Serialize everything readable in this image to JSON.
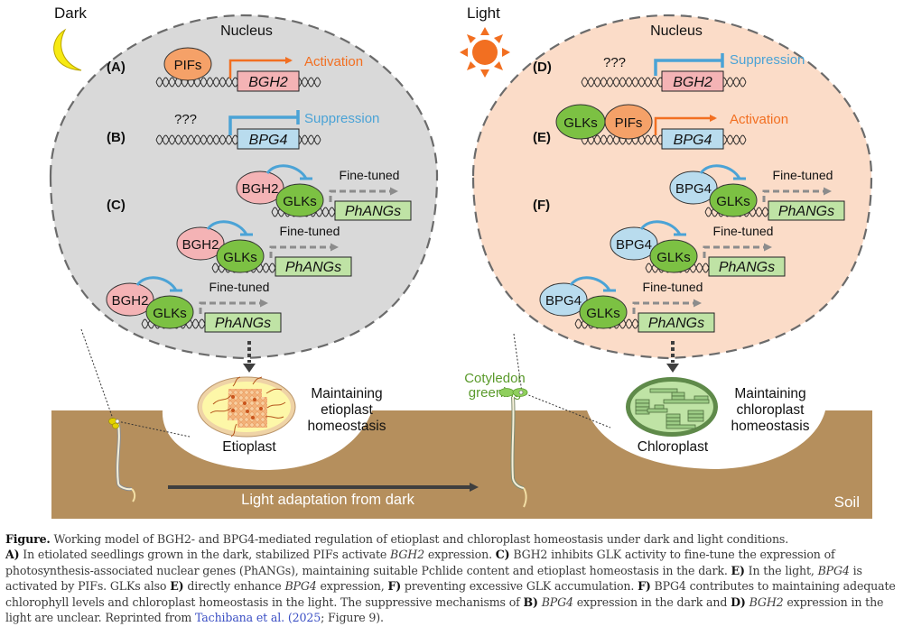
{
  "figure": {
    "dark_panel": {
      "condition_label": "Dark",
      "condition_icon": "moon-icon",
      "compartment_label": "Nucleus",
      "panel_A": {
        "tag": "(A)",
        "regulator": "PIFs",
        "gene": "BGH2",
        "effect": "Activation"
      },
      "panel_B": {
        "tag": "(B)",
        "regulator": "???",
        "gene": "BPG4",
        "effect": "Suppression"
      },
      "panel_C": {
        "tag": "(C)",
        "rows": [
          {
            "inhibitor": "BGH2",
            "target": "GLKs",
            "label": "Fine-tuned",
            "gene": "PhANGs"
          },
          {
            "inhibitor": "BGH2",
            "target": "GLKs",
            "label": "Fine-tuned",
            "gene": "PhANGs"
          },
          {
            "inhibitor": "BGH2",
            "target": "GLKs",
            "label": "Fine-tuned",
            "gene": "PhANGs"
          }
        ]
      },
      "organelle": "Etioplast",
      "outcome": [
        "Maintaining",
        "etioplast",
        "homeostasis"
      ]
    },
    "light_panel": {
      "condition_label": "Light",
      "condition_icon": "sun-icon",
      "compartment_label": "Nucleus",
      "panel_D": {
        "tag": "(D)",
        "regulator": "???",
        "gene": "BGH2",
        "effect": "Suppression"
      },
      "panel_E": {
        "tag": "(E)",
        "regulators": [
          "GLKs",
          "PIFs"
        ],
        "gene": "BPG4",
        "effect": "Activation"
      },
      "panel_F": {
        "tag": "(F)",
        "rows": [
          {
            "inhibitor": "BPG4",
            "target": "GLKs",
            "label": "Fine-tuned",
            "gene": "PhANGs"
          },
          {
            "inhibitor": "BPG4",
            "target": "GLKs",
            "label": "Fine-tuned",
            "gene": "PhANGs"
          },
          {
            "inhibitor": "BPG4",
            "target": "GLKs",
            "label": "Fine-tuned",
            "gene": "PhANGs"
          }
        ]
      },
      "organelle": "Chloroplast",
      "outcome": [
        "Maintaining",
        "chloroplast",
        "homeostasis"
      ]
    },
    "cotyledon_label": [
      "Cotyledon",
      "greening"
    ],
    "transition_label": "Light adaptation from dark",
    "soil_label": "Soil",
    "colors": {
      "dark_nucleus": "#d9d9d9",
      "light_nucleus": "#fbdcc8",
      "soil": "#b58f5d",
      "activation": "#f26f21",
      "suppression": "#4ba3d6",
      "pifs": "#f5a168",
      "glks": "#7cc143",
      "bgh2": "#f4b3b5",
      "bpg4": "#b9dcee",
      "phangs": "#bfe3a5",
      "cotyledon_text": "#5a9a2b"
    }
  },
  "caption": {
    "title": "Figure.",
    "title_text": " Working model of BGH2- and BPG4-mediated regulation of etioplast and chloroplast homeostasis under dark and light conditions.",
    "segments": [
      {
        "t": "A)",
        "s": "b"
      },
      {
        "t": " In etiolated seedlings grown in the dark, stabilized PIFs activate ",
        "s": ""
      },
      {
        "t": "BGH2",
        "s": "i"
      },
      {
        "t": " expression. ",
        "s": ""
      },
      {
        "t": "C)",
        "s": "b"
      },
      {
        "t": " BGH2 inhibits GLK activity to fine-tune the expression of photosynthesis-associated nuclear genes (PhANGs), maintaining suitable Pchlide content and etioplast homeostasis in the dark. ",
        "s": ""
      },
      {
        "t": "E)",
        "s": "b"
      },
      {
        "t": " In the light, ",
        "s": ""
      },
      {
        "t": "BPG4",
        "s": "i"
      },
      {
        "t": " is activated by PIFs. GLKs also ",
        "s": ""
      },
      {
        "t": "E)",
        "s": "b"
      },
      {
        "t": " directly enhance ",
        "s": ""
      },
      {
        "t": "BPG4",
        "s": "i"
      },
      {
        "t": " expression, ",
        "s": ""
      },
      {
        "t": "F)",
        "s": "b"
      },
      {
        "t": " preventing excessive GLK accumulation. ",
        "s": ""
      },
      {
        "t": "F)",
        "s": "b"
      },
      {
        "t": " BPG4 contributes to maintaining adequate chlorophyll levels and chloroplast homeostasis in the light. The suppressive mechanisms of ",
        "s": ""
      },
      {
        "t": "B)",
        "s": "b"
      },
      {
        "t": " ",
        "s": ""
      },
      {
        "t": "BPG4",
        "s": "i"
      },
      {
        "t": " expression in the dark and ",
        "s": ""
      },
      {
        "t": "D)",
        "s": "b"
      },
      {
        "t": " ",
        "s": ""
      },
      {
        "t": "BGH2",
        "s": "i"
      },
      {
        "t": " expression in the light are unclear. Reprinted from ",
        "s": ""
      },
      {
        "t": "Tachibana et al. (2025",
        "s": "link"
      },
      {
        "t": "; Figure 9).",
        "s": ""
      }
    ]
  }
}
